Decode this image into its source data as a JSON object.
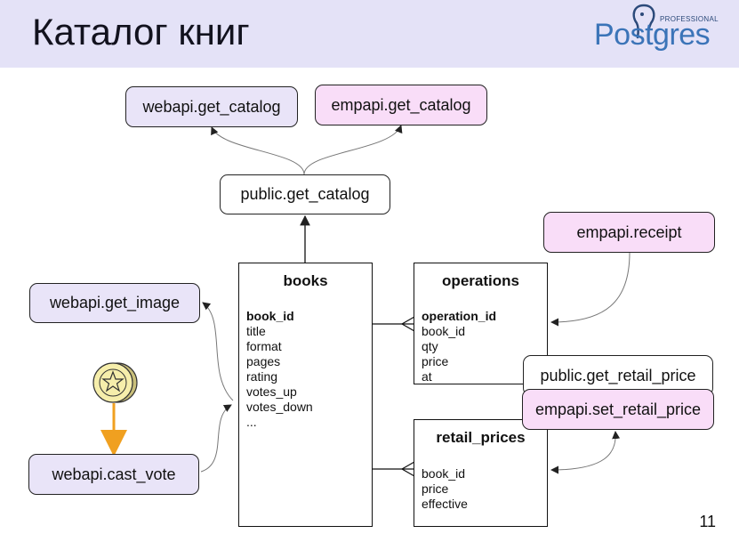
{
  "slide": {
    "title": "Каталог книг",
    "page_number": "11"
  },
  "logo": {
    "small": "PROFESSIONAL",
    "big": "Postgres"
  },
  "functions": {
    "webapi_get_catalog": "webapi.get_catalog",
    "empapi_get_catalog": "empapi.get_catalog",
    "public_get_catalog": "public.get_catalog",
    "empapi_receipt": "empapi.receipt",
    "webapi_get_image": "webapi.get_image",
    "webapi_cast_vote": "webapi.cast_vote",
    "public_get_retail_price": "public.get_retail_price",
    "empapi_set_retail_price": "empapi.set_retail_price"
  },
  "tables": {
    "books": {
      "name": "books",
      "fields": [
        "book_id",
        "title",
        "format",
        "pages",
        "rating",
        "votes_up",
        "votes_down",
        "..."
      ]
    },
    "operations": {
      "name": "operations",
      "fields": [
        "operation_id",
        "book_id",
        "qty",
        "price",
        "at"
      ]
    },
    "retail_prices": {
      "name": "retail_prices",
      "fields": [
        "book_id",
        "price",
        "effective"
      ]
    }
  },
  "colors": {
    "header_bg": "#e4e2f7",
    "webapi_fill": "#e9e4f8",
    "empapi_fill": "#f9ddf8",
    "vote_arrow": "#f0a020",
    "coin": "#f6eeab"
  }
}
